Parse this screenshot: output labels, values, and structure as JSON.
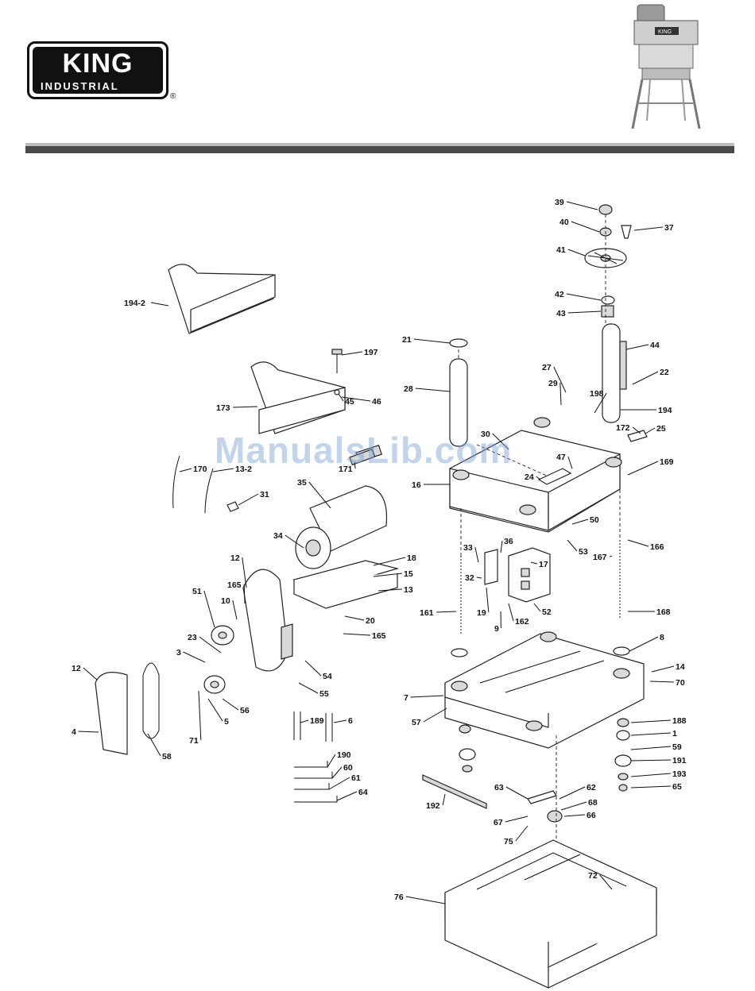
{
  "brand": {
    "name": "KING",
    "sub": "INDUSTRIAL",
    "badge": "KING",
    "registered": "®"
  },
  "watermark": "ManualsLib.com",
  "part_labels": [
    "39",
    "40",
    "37",
    "41",
    "42",
    "43",
    "21",
    "197",
    "44",
    "194-2",
    "27",
    "45",
    "22",
    "28",
    "29",
    "198",
    "46",
    "194",
    "173",
    "172",
    "25",
    "30",
    "47",
    "169",
    "170",
    "13-2",
    "171",
    "31",
    "24",
    "16",
    "35",
    "50",
    "166",
    "33",
    "36",
    "53",
    "167",
    "34",
    "17",
    "18",
    "15",
    "12",
    "165",
    "32",
    "19",
    "13",
    "10",
    "51",
    "161",
    "162",
    "52",
    "168",
    "20",
    "165",
    "9",
    "23",
    "8",
    "3",
    "12",
    "54",
    "14",
    "55",
    "70",
    "7",
    "56",
    "188",
    "189",
    "6",
    "5",
    "71",
    "57",
    "1",
    "4",
    "58",
    "59",
    "191",
    "190",
    "60",
    "193",
    "61",
    "65",
    "63",
    "62",
    "68",
    "192",
    "64",
    "66",
    "67",
    "75",
    "72",
    "76"
  ]
}
